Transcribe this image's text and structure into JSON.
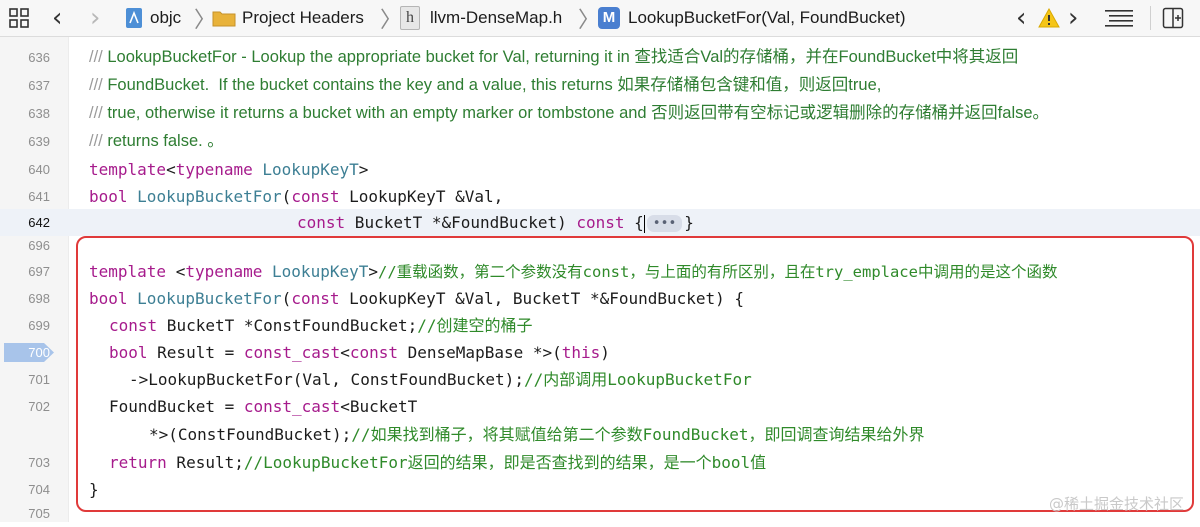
{
  "jumpbar": {
    "crumbs": [
      {
        "label": "objc",
        "icon": "project-icon"
      },
      {
        "label": "Project Headers",
        "icon": "folder-icon"
      },
      {
        "label": "llvm-DenseMap.h",
        "icon": "header-file-icon"
      },
      {
        "label": "LookupBucketFor(Val, FoundBucket)",
        "icon": "method-icon",
        "icon_glyph": "M"
      }
    ],
    "header_file_glyph": "h"
  },
  "code": {
    "current_line": "642",
    "breakpoint_line": "700",
    "highlight_color": "#e03a3a",
    "lines": [
      {
        "n": "636",
        "slash": "///",
        "text": " LookupBucketFor - Lookup the appropriate bucket for Val, returning it in 查找适合Val的存储桶，并在FoundBucket中将其返回"
      },
      {
        "n": "637",
        "slash": "///",
        "text": " FoundBucket.  If the bucket contains the key and a value, this returns 如果存储桶包含键和值，则返回true,"
      },
      {
        "n": "638",
        "slash": "///",
        "text": " true, otherwise it returns a bucket with an empty marker or tombstone and 否则返回带有空标记或逻辑删除的存储桶并返回false。"
      },
      {
        "n": "639",
        "slash": "///",
        "text": " returns false. 。"
      },
      {
        "n": "640"
      },
      {
        "n": "641"
      },
      {
        "n": "642"
      },
      {
        "n": "696"
      },
      {
        "n": "697"
      },
      {
        "n": "698"
      },
      {
        "n": "699"
      },
      {
        "n": "700"
      },
      {
        "n": "701"
      },
      {
        "n": "702"
      },
      {
        "n": ""
      },
      {
        "n": "703"
      },
      {
        "n": "704"
      },
      {
        "n": "705"
      }
    ],
    "tokens": {
      "l640": [
        "template",
        "<",
        "typename",
        " ",
        "LookupKeyT",
        ">"
      ],
      "l641": [
        "bool",
        " ",
        "LookupBucketFor",
        "(",
        "const",
        " LookupKeyT &Val,"
      ],
      "l642": [
        "const",
        " BucketT *&FoundBucket) ",
        "const",
        " {",
        "•••",
        "}"
      ],
      "l697": [
        "template",
        " <",
        "typename",
        " ",
        "LookupKeyT",
        ">",
        "//重载函数，第二个参数没有const，与上面的有所区别，且在try_emplace中调用的是这个函数"
      ],
      "l698": [
        "bool",
        " ",
        "LookupBucketFor",
        "(",
        "const",
        " LookupKeyT &Val, BucketT *&FoundBucket) {"
      ],
      "l699": [
        "const",
        " BucketT *ConstFoundBucket;",
        "//创建空的桶子"
      ],
      "l700": [
        "bool",
        " Result = ",
        "const_cast",
        "<",
        "const",
        " DenseMapBase *>(",
        "this",
        ")"
      ],
      "l701": [
        "->LookupBucketFor(Val, ConstFoundBucket);",
        "//内部调用LookupBucketFor"
      ],
      "l702": [
        "FoundBucket = ",
        "const_cast",
        "<BucketT"
      ],
      "l702b": [
        "*>(ConstFoundBucket);",
        "//如果找到桶子，将其赋值给第二个参数FoundBucket，即回调查询结果给外界"
      ],
      "l703": [
        "return",
        " Result;",
        "//LookupBucketFor返回的结果，即是否查找到的结果，是一个bool值"
      ],
      "l704": [
        "}"
      ]
    }
  },
  "watermark": "@稀土掘金技术社区"
}
